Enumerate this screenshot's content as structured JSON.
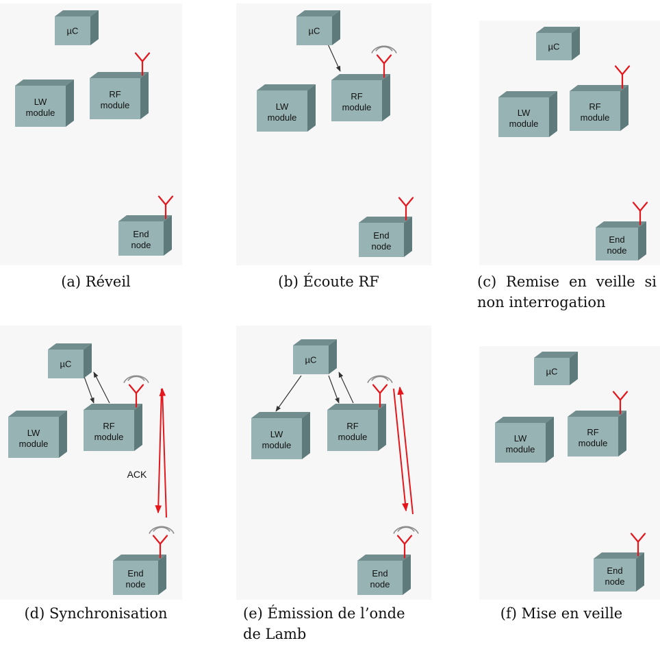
{
  "colors": {
    "box_front": "#97B3B3",
    "box_top": "#718D8D",
    "box_side": "#5E7A7A",
    "antenna": "#E4161B",
    "signal_arrow": "#E4161B",
    "control_arrow": "#333333",
    "waves": "#8C8C8C",
    "panel_bg": "#F7F7F7"
  },
  "labels": {
    "uc": "µC",
    "lw_line1": "LW",
    "lw_line2": "module",
    "rf_line1": "RF",
    "rf_line2": "module",
    "end_line1": "End",
    "end_line2": "node",
    "ack": "ACK"
  },
  "captions": {
    "a": "(a) Réveil",
    "b": "(b) Écoute RF",
    "c": "(c) Remise en veille si non interrogation",
    "d": "(d) Synchronisation",
    "e": "(e) Émission de l’onde de Lamb",
    "f": "(f) Mise en veille"
  },
  "icons": {
    "antenna": "antenna-icon",
    "radio_waves": "radio-waves-icon"
  }
}
